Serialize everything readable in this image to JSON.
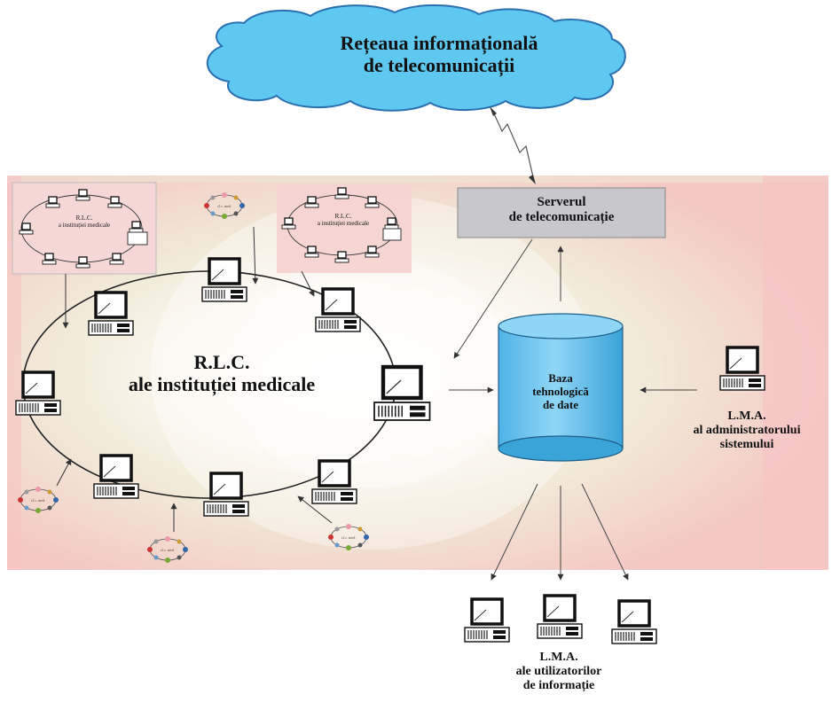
{
  "cloud": {
    "line1": "Rețeaua informațională",
    "line2": "de telecomunicații"
  },
  "server": {
    "line1": "Serverul",
    "line2": "de telecomunicație"
  },
  "ring": {
    "line1": "R.L.C.",
    "line2": "ale instituției medicale"
  },
  "database": {
    "line1": "Baza",
    "line2": "tehnologică",
    "line3": "de date"
  },
  "admin": {
    "line1": "L.M.A.",
    "line2": "al administratorului",
    "line3": "sistemului"
  },
  "users": {
    "line1": "L.M.A.",
    "line2": "ale utilizatorilor",
    "line3": "de informație"
  },
  "mini_networks": [
    {
      "line1": "R.L.C.",
      "line2": "a instituției medicale"
    },
    {
      "line1": "R.L.C.",
      "line2": "a instituției medicale"
    }
  ],
  "colors": {
    "cloud_fill": "#5ec8f0",
    "cloud_stroke": "#2a6fb0",
    "server_fill": "#c8c8cc",
    "db_fill": "#6fc6ee",
    "band_pink": "#f6c4c4",
    "band_beige": "#efe6d2"
  }
}
